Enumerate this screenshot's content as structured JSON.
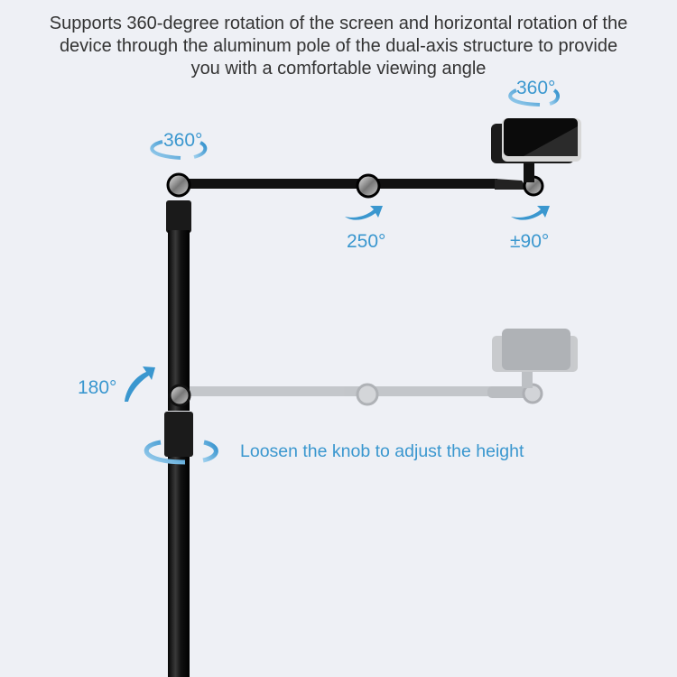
{
  "headline": {
    "line1": "Supports 360-degree rotation of the screen and horizontal rotation of the",
    "line2": "device through the aluminum pole of the dual-axis structure to provide",
    "line3": "you with a comfortable viewing angle"
  },
  "annotations": {
    "top_left_rotation": "360°",
    "top_right_rotation": "360°",
    "elbow_joint": "250°",
    "phone_joint": "±90°",
    "pole_joint": "180°",
    "height_knob": "Loosen the knob to adjust the height"
  },
  "colors": {
    "background": "#eef0f5",
    "accent": "#3a97cf",
    "text": "#333333",
    "pole": "#111111",
    "ghost": "#b9bcc1"
  }
}
